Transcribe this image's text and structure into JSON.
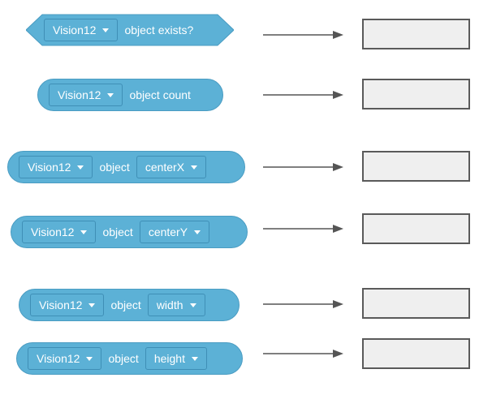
{
  "colors": {
    "block_fill": "#5cb1d6",
    "block_border": "#4a9cc2",
    "arrow": "#555555",
    "result_fill": "#efefef",
    "result_border": "#5a5a5a"
  },
  "rows": [
    {
      "shape": "boolean",
      "sensor": "Vision12",
      "text": "object exists?",
      "property": null
    },
    {
      "shape": "reporter",
      "sensor": "Vision12",
      "text": "object count",
      "property": null
    },
    {
      "shape": "reporter",
      "sensor": "Vision12",
      "text": "object",
      "property": "centerX"
    },
    {
      "shape": "reporter",
      "sensor": "Vision12",
      "text": "object",
      "property": "centerY"
    },
    {
      "shape": "reporter",
      "sensor": "Vision12",
      "text": "object",
      "property": "width"
    },
    {
      "shape": "reporter",
      "sensor": "Vision12",
      "text": "object",
      "property": "height"
    }
  ],
  "icons": {
    "dropdown": "chevron-down-icon",
    "arrow": "arrow-right-icon"
  }
}
